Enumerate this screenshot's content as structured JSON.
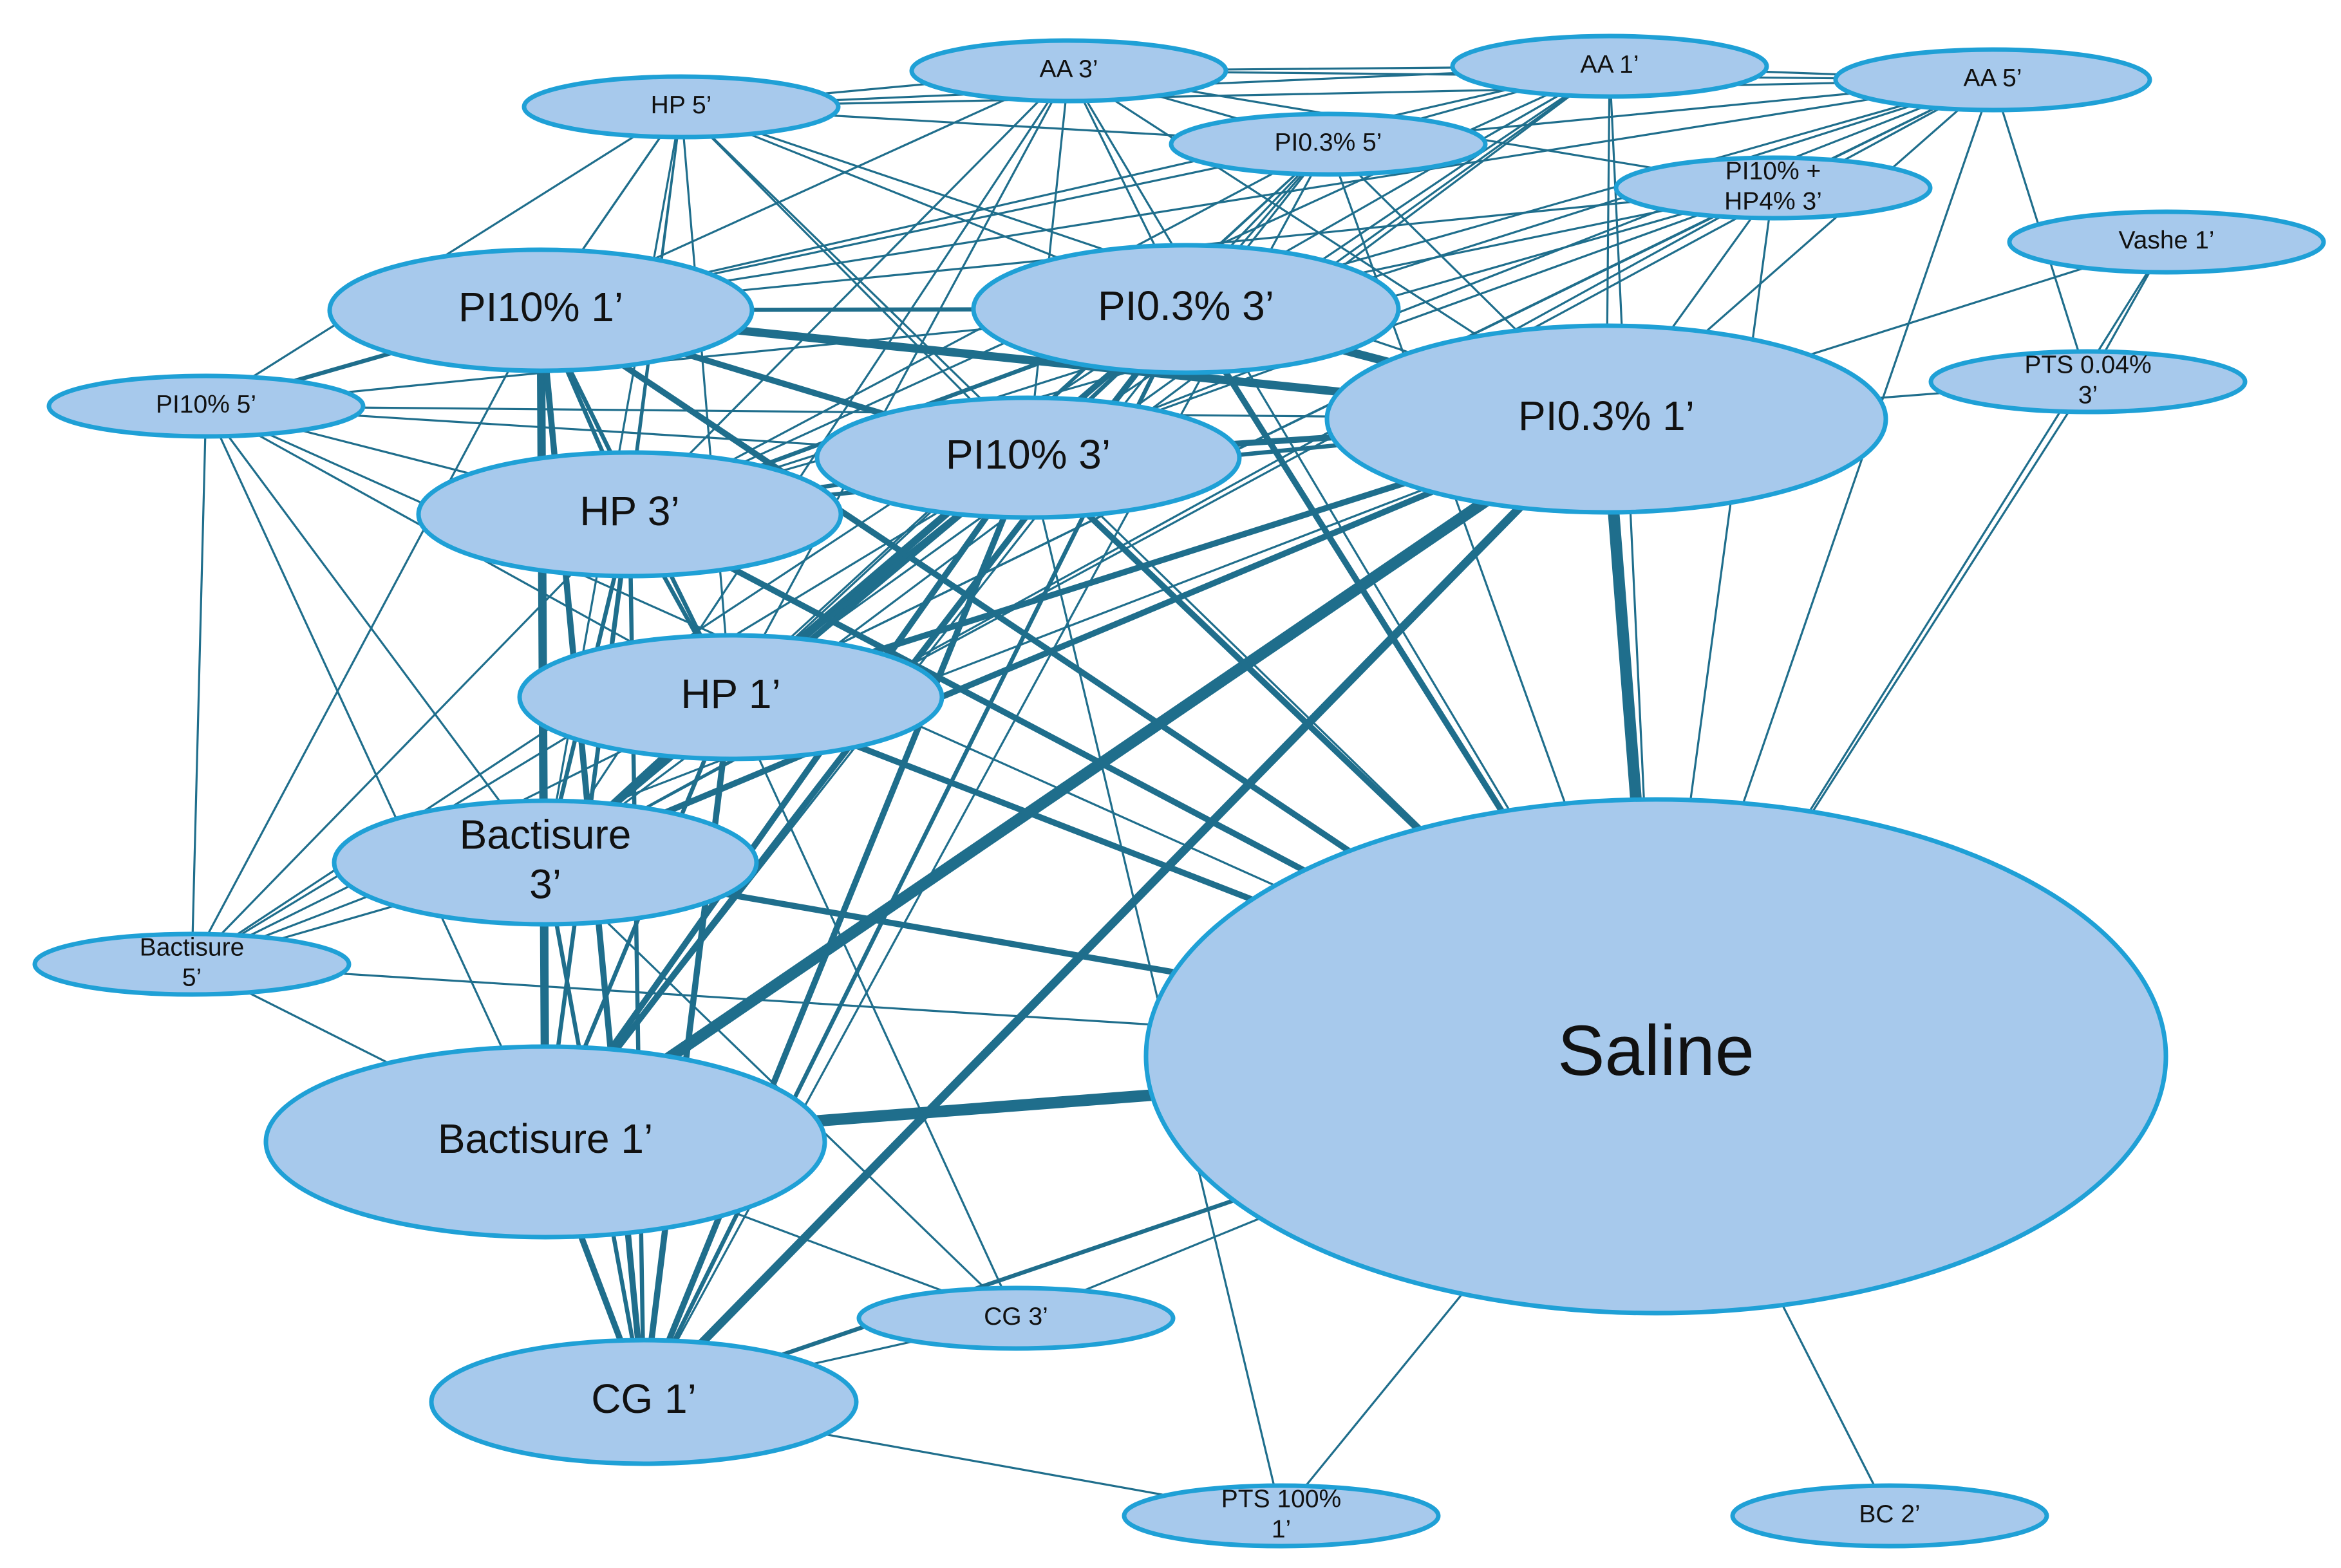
{
  "diagram": {
    "type": "network",
    "colors": {
      "node_fill": "#a7c9ec",
      "node_stroke": "#1fa0d6",
      "edge": "#1f6e8c",
      "background": "#ffffff"
    },
    "nodes": [
      {
        "id": "saline",
        "lines": [
          "Saline"
        ]
      },
      {
        "id": "pi03_1",
        "lines": [
          "PI0.3% 1’"
        ]
      },
      {
        "id": "pi10_1",
        "lines": [
          "PI10% 1’"
        ]
      },
      {
        "id": "pi03_3",
        "lines": [
          "PI0.3% 3’"
        ]
      },
      {
        "id": "pi10_3",
        "lines": [
          "PI10% 3’"
        ]
      },
      {
        "id": "hp_3",
        "lines": [
          "HP 3’"
        ]
      },
      {
        "id": "hp_1",
        "lines": [
          "HP 1’"
        ]
      },
      {
        "id": "bact_3",
        "lines": [
          "Bactisure",
          "3’"
        ]
      },
      {
        "id": "bact_1",
        "lines": [
          "Bactisure 1’"
        ]
      },
      {
        "id": "cg_1",
        "lines": [
          "CG 1’"
        ]
      },
      {
        "id": "cg_3",
        "lines": [
          "CG 3’"
        ]
      },
      {
        "id": "pts100_1",
        "lines": [
          "PTS 100%",
          "1’"
        ]
      },
      {
        "id": "bc_2",
        "lines": [
          "BC 2’"
        ]
      },
      {
        "id": "bact_5",
        "lines": [
          "Bactisure",
          "5’"
        ]
      },
      {
        "id": "pi10_5",
        "lines": [
          "PI10% 5’"
        ]
      },
      {
        "id": "hp_5",
        "lines": [
          "HP 5’"
        ]
      },
      {
        "id": "aa_3",
        "lines": [
          "AA 3’"
        ]
      },
      {
        "id": "aa_1",
        "lines": [
          "AA 1’"
        ]
      },
      {
        "id": "aa_5",
        "lines": [
          "AA 5’"
        ]
      },
      {
        "id": "pi03_5",
        "lines": [
          "PI0.3% 5’"
        ]
      },
      {
        "id": "pi10hp4_3",
        "lines": [
          "PI10% +",
          "HP4% 3’"
        ]
      },
      {
        "id": "vashe_1",
        "lines": [
          "Vashe 1’"
        ]
      },
      {
        "id": "pts004_3",
        "lines": [
          "PTS 0.04%",
          "3’"
        ]
      }
    ],
    "edges": [
      [
        "bact_1",
        "saline",
        5
      ],
      [
        "pi03_1",
        "saline",
        5
      ],
      [
        "pi03_1",
        "bact_1",
        5
      ],
      [
        "pi10_1",
        "pi03_1",
        4
      ],
      [
        "pi03_3",
        "pi03_1",
        4
      ],
      [
        "pi03_1",
        "cg_1",
        4
      ],
      [
        "pi10_1",
        "bact_1",
        4
      ],
      [
        "pi10_1",
        "cg_1",
        3
      ],
      [
        "pi10_3",
        "pi03_1",
        3
      ],
      [
        "pi10_3",
        "bact_1",
        3
      ],
      [
        "pi10_3",
        "cg_1",
        3
      ],
      [
        "pi10_3",
        "saline",
        3
      ],
      [
        "pi10_1",
        "saline",
        3
      ],
      [
        "pi03_3",
        "saline",
        3
      ],
      [
        "hp_3",
        "saline",
        3
      ],
      [
        "hp_1",
        "saline",
        3
      ],
      [
        "bact_3",
        "saline",
        3
      ],
      [
        "bact_3",
        "bact_1",
        3
      ],
      [
        "pi03_1",
        "bact_3",
        3
      ],
      [
        "pi03_1",
        "hp_1",
        3
      ],
      [
        "pi03_3",
        "hp_1",
        3
      ],
      [
        "pi03_3",
        "bact_1",
        3
      ],
      [
        "hp_1",
        "cg_1",
        3
      ],
      [
        "bact_1",
        "cg_1",
        3
      ],
      [
        "pi10_1",
        "pi10_3",
        3
      ],
      [
        "bact_3",
        "pi10_3",
        3
      ],
      [
        "hp_1",
        "pi03_1",
        2
      ],
      [
        "hp_3",
        "pi03_1",
        2
      ],
      [
        "pi03_3",
        "cg_1",
        2
      ],
      [
        "pi10_1",
        "pi03_3",
        2
      ],
      [
        "hp_3",
        "pi10_3",
        2
      ],
      [
        "hp_1",
        "pi10_3",
        2
      ],
      [
        "hp_3",
        "hp_1",
        2
      ],
      [
        "pi10_1",
        "hp_3",
        2
      ],
      [
        "pi10_1",
        "hp_1",
        2
      ],
      [
        "pi10_1",
        "bact_3",
        2
      ],
      [
        "hp_3",
        "bact_1",
        2
      ],
      [
        "hp_1",
        "bact_1",
        2
      ],
      [
        "hp_3",
        "bact_3",
        2
      ],
      [
        "hp_1",
        "bact_3",
        2
      ],
      [
        "saline",
        "cg_1",
        2
      ],
      [
        "pi03_3",
        "pi10_3",
        2
      ],
      [
        "pi03_3",
        "hp_3",
        2
      ],
      [
        "pi03_3",
        "bact_3",
        2
      ],
      [
        "hp_3",
        "cg_1",
        2
      ],
      [
        "bact_3",
        "cg_1",
        2
      ],
      [
        "pi10_3",
        "hp_1",
        2
      ],
      [
        "pi10_1",
        "pi10_5",
        2
      ],
      [
        "pi10_5",
        "saline",
        1
      ],
      [
        "pi10_5",
        "pi03_1",
        1
      ],
      [
        "pi10_5",
        "bact_1",
        1
      ],
      [
        "pi10_5",
        "bact_5",
        1
      ],
      [
        "pi10_5",
        "hp_3",
        1
      ],
      [
        "pi10_5",
        "hp_1",
        1
      ],
      [
        "pi10_5",
        "bact_3",
        1
      ],
      [
        "pi10_5",
        "pi10_3",
        1
      ],
      [
        "pi10_5",
        "hp_5",
        1
      ],
      [
        "pi10_5",
        "pi03_3",
        1
      ],
      [
        "hp_5",
        "pi10_1",
        1
      ],
      [
        "hp_5",
        "hp_3",
        1
      ],
      [
        "hp_5",
        "hp_1",
        1
      ],
      [
        "hp_5",
        "bact_3",
        1
      ],
      [
        "hp_5",
        "bact_1",
        1
      ],
      [
        "hp_5",
        "pi10_3",
        1
      ],
      [
        "hp_5",
        "pi03_3",
        1
      ],
      [
        "hp_5",
        "pi03_1",
        1
      ],
      [
        "hp_5",
        "aa_3",
        1
      ],
      [
        "hp_5",
        "aa_1",
        1
      ],
      [
        "hp_5",
        "aa_5",
        1
      ],
      [
        "hp_5",
        "saline",
        1
      ],
      [
        "hp_5",
        "pi03_5",
        1
      ],
      [
        "aa_3",
        "aa_1",
        1
      ],
      [
        "aa_1",
        "aa_5",
        1
      ],
      [
        "aa_3",
        "aa_5",
        1
      ],
      [
        "aa_3",
        "pi10_1",
        1
      ],
      [
        "aa_3",
        "pi03_3",
        1
      ],
      [
        "aa_3",
        "pi10_3",
        1
      ],
      [
        "aa_3",
        "pi03_1",
        1
      ],
      [
        "aa_3",
        "hp_3",
        1
      ],
      [
        "aa_3",
        "hp_1",
        1
      ],
      [
        "aa_3",
        "bact_3",
        1
      ],
      [
        "aa_3",
        "saline",
        1
      ],
      [
        "aa_3",
        "pi03_5",
        1
      ],
      [
        "aa_3",
        "pi10hp4_3",
        1
      ],
      [
        "aa_1",
        "pi10_1",
        1
      ],
      [
        "aa_1",
        "pi03_3",
        1
      ],
      [
        "aa_1",
        "pi10_3",
        1
      ],
      [
        "aa_1",
        "pi03_1",
        1
      ],
      [
        "aa_1",
        "hp_3",
        1
      ],
      [
        "aa_1",
        "hp_1",
        1
      ],
      [
        "aa_1",
        "saline",
        1
      ],
      [
        "aa_1",
        "pi03_5",
        1
      ],
      [
        "aa_1",
        "bact_3",
        1
      ],
      [
        "aa_5",
        "pi10_1",
        1
      ],
      [
        "aa_5",
        "pi03_3",
        1
      ],
      [
        "aa_5",
        "pi10_3",
        1
      ],
      [
        "aa_5",
        "pi03_1",
        1
      ],
      [
        "aa_5",
        "hp_3",
        1
      ],
      [
        "aa_5",
        "hp_1",
        1
      ],
      [
        "aa_5",
        "saline",
        1
      ],
      [
        "aa_5",
        "pi03_5",
        1
      ],
      [
        "aa_5",
        "bact_3",
        1
      ],
      [
        "aa_5",
        "pts004_3",
        1
      ],
      [
        "aa_5",
        "pi10hp4_3",
        1
      ],
      [
        "pi03_5",
        "pi10_1",
        1
      ],
      [
        "pi03_5",
        "pi03_3",
        1
      ],
      [
        "pi03_5",
        "pi10_3",
        1
      ],
      [
        "pi03_5",
        "pi03_1",
        1
      ],
      [
        "pi03_5",
        "hp_3",
        1
      ],
      [
        "pi03_5",
        "hp_1",
        1
      ],
      [
        "pi03_5",
        "saline",
        1
      ],
      [
        "pi03_5",
        "bact_3",
        1
      ],
      [
        "pi10hp4_3",
        "pi10_1",
        1
      ],
      [
        "pi10hp4_3",
        "pi03_3",
        1
      ],
      [
        "pi10hp4_3",
        "pi10_3",
        1
      ],
      [
        "pi10hp4_3",
        "pi03_1",
        1
      ],
      [
        "pi10hp4_3",
        "hp_3",
        1
      ],
      [
        "pi10hp4_3",
        "hp_1",
        1
      ],
      [
        "pi10hp4_3",
        "saline",
        1
      ],
      [
        "pi10hp4_3",
        "bact_3",
        1
      ],
      [
        "vashe_1",
        "pi03_1",
        1
      ],
      [
        "vashe_1",
        "saline",
        1
      ],
      [
        "vashe_1",
        "pts004_3",
        1
      ],
      [
        "pts004_3",
        "pi03_1",
        1
      ],
      [
        "pts004_3",
        "saline",
        1
      ],
      [
        "bact_5",
        "saline",
        1
      ],
      [
        "bact_5",
        "pi10_1",
        1
      ],
      [
        "bact_5",
        "hp_3",
        1
      ],
      [
        "bact_5",
        "hp_1",
        1
      ],
      [
        "bact_5",
        "bact_3",
        1
      ],
      [
        "bact_5",
        "pi10_3",
        1
      ],
      [
        "bact_5",
        "pi03_3",
        1
      ],
      [
        "bact_5",
        "bact_1",
        1
      ],
      [
        "bact_5",
        "pi03_1",
        1
      ],
      [
        "cg_3",
        "saline",
        1
      ],
      [
        "cg_3",
        "cg_1",
        1
      ],
      [
        "cg_3",
        "bact_1",
        1
      ],
      [
        "cg_3",
        "hp_1",
        1
      ],
      [
        "cg_3",
        "bact_3",
        1
      ],
      [
        "cg_1",
        "pts100_1",
        1
      ],
      [
        "pts100_1",
        "saline",
        1
      ],
      [
        "pts100_1",
        "pi10_3",
        1
      ],
      [
        "bc_2",
        "saline",
        1
      ],
      [
        "pi10_1",
        "hp_5",
        1
      ],
      [
        "bact_1",
        "pi03_5",
        1
      ],
      [
        "cg_1",
        "pi03_5",
        1
      ]
    ]
  }
}
